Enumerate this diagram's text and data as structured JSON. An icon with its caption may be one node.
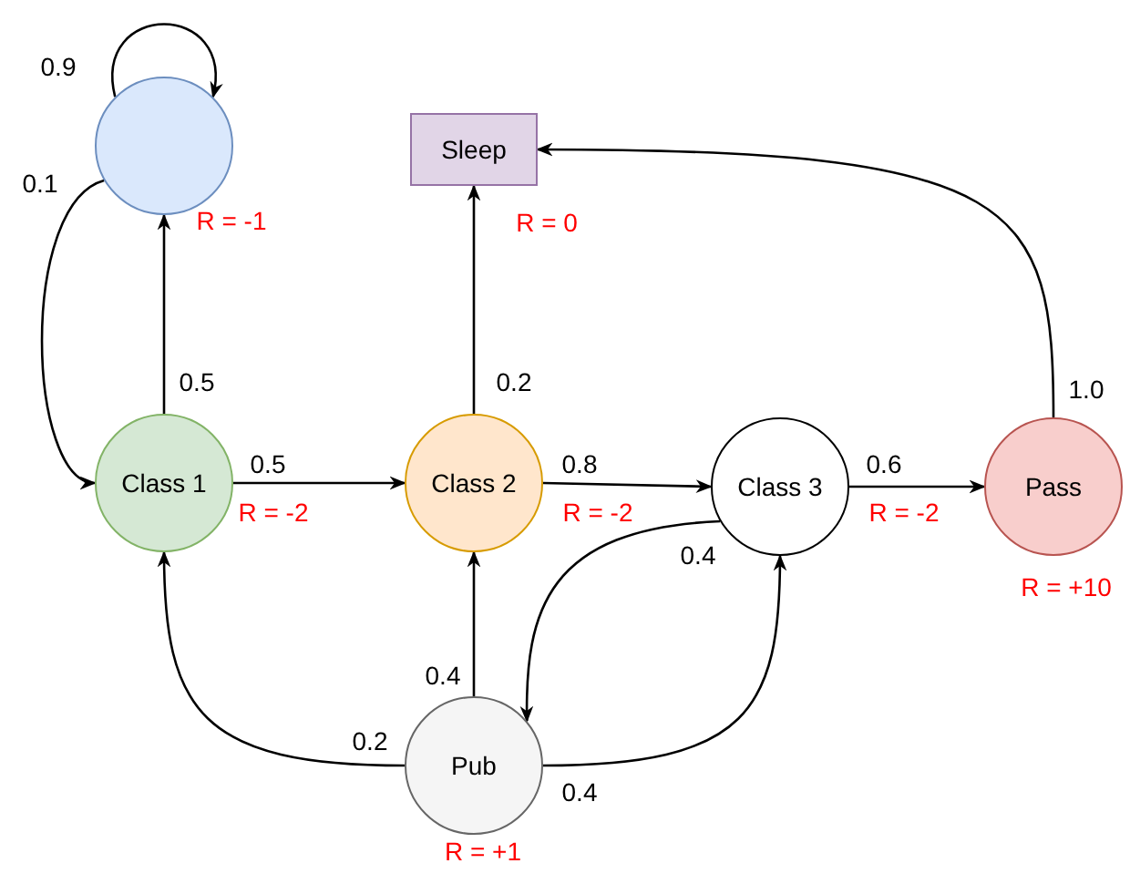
{
  "diagram": {
    "nodes": [
      {
        "text": [],
        "shape": "circle",
        "beside": [
          "R = -1"
        ]
      },
      {
        "text": [
          "Sleep"
        ],
        "beside": [
          "R = 0"
        ]
      },
      {
        "text": [
          "Class 1"
        ],
        "beside": [
          "R = -2"
        ]
      },
      {
        "text": [
          "Class 2"
        ],
        "beside": [
          "R = -2"
        ]
      },
      {
        "text": [
          "Class 3"
        ],
        "beside": [
          "R = -2"
        ]
      },
      {
        "text": [
          "Pass"
        ],
        "beside": [
          "R = +10"
        ]
      },
      {
        "text": [
          "Pub"
        ],
        "beside": [
          "R = +1"
        ]
      }
    ],
    "edges": [
      {
        "from": 0,
        "to": 0,
        "arrow": "to",
        "label": "0.9"
      },
      {
        "from": 0,
        "to": 2,
        "arrow": "to",
        "label": "0.1"
      },
      {
        "from": 2,
        "to": 0,
        "arrow": "to",
        "label": "0.5"
      },
      {
        "from": 2,
        "to": 3,
        "arrow": "to",
        "label": "0.5"
      },
      {
        "from": 3,
        "to": 1,
        "arrow": "to",
        "label": "0.2"
      },
      {
        "from": 3,
        "to": 4,
        "arrow": "to",
        "label": "0.8"
      },
      {
        "from": 4,
        "to": 5,
        "arrow": "to",
        "label": "0.6"
      },
      {
        "from": 4,
        "to": 6,
        "arrow": "to",
        "label": "0.4"
      },
      {
        "from": 5,
        "to": 1,
        "arrow": "to",
        "label": "1.0"
      },
      {
        "from": 6,
        "to": 2,
        "arrow": "to",
        "label": "0.2"
      },
      {
        "from": 6,
        "to": 3,
        "arrow": "to",
        "label": "0.4"
      },
      {
        "from": 6,
        "to": 4,
        "arrow": "to",
        "label": "0.4"
      }
    ]
  }
}
